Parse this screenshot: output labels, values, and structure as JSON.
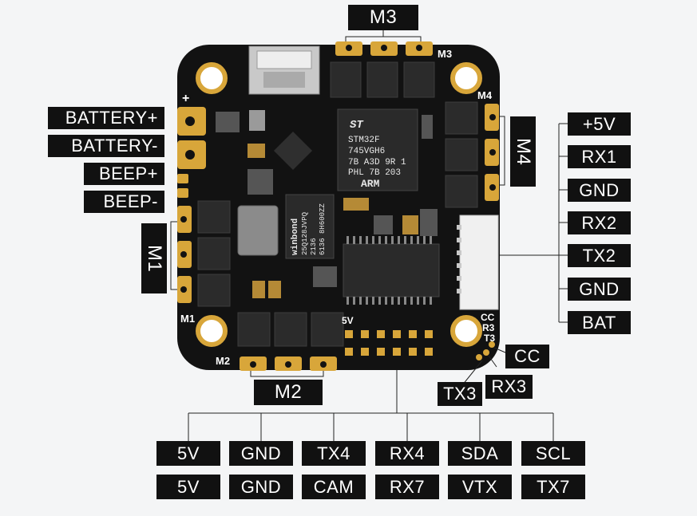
{
  "motor_labels": {
    "m1": "M1",
    "m2": "M2",
    "m3": "M3",
    "m4": "M4"
  },
  "left_pads": [
    "BATTERY+",
    "BATTERY-",
    "BEEP+",
    "BEEP-"
  ],
  "right_uart": [
    "+5V",
    "RX1",
    "GND",
    "RX2",
    "TX2",
    "GND",
    "BAT"
  ],
  "corner_pads": {
    "cc": "CC",
    "rx3": "RX3",
    "tx3": "TX3"
  },
  "bottom_row1": [
    "5V",
    "GND",
    "TX4",
    "RX4",
    "SDA",
    "SCL"
  ],
  "bottom_row2": [
    "5V",
    "GND",
    "CAM",
    "RX7",
    "VTX",
    "TX7"
  ],
  "silkscreen": {
    "plus": "+",
    "m1": "M1",
    "m2": "M2",
    "m3": "M3",
    "m4": "M4",
    "v5": "5V",
    "cc": "CC",
    "r3": "R3",
    "t3": "T3"
  },
  "mcu": {
    "logo": "ST",
    "line1": "STM32F",
    "line2": "745VGH6",
    "line3": "7B A3D 9R 1",
    "line4": "PHL 7B 203",
    "brand": "ARM"
  },
  "flash": {
    "brand": "winbond",
    "line1": "25Q128JVPQ",
    "line2": "2136",
    "line3": "6136 8H600ZZ"
  },
  "colors": {
    "board": "#121212",
    "pad": "#d8a63a",
    "label_bg": "#111111",
    "background": "#f4f5f6"
  }
}
